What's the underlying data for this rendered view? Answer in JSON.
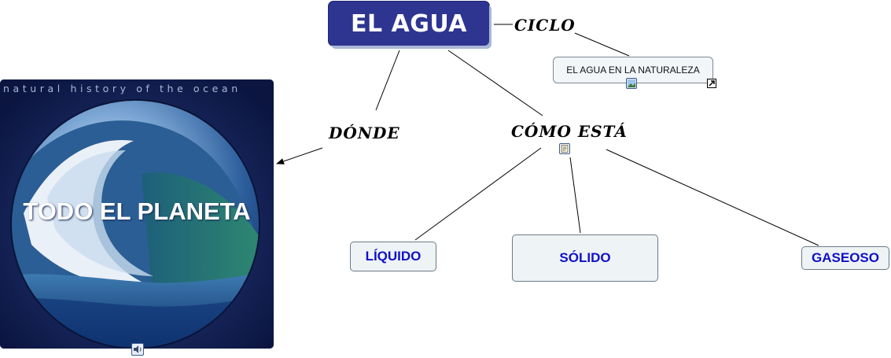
{
  "main_concept": "EL AGUA",
  "links": {
    "ciclo": "CICLO",
    "donde": "DÓNDE",
    "como_esta": "CÓMO ESTÁ"
  },
  "resource_node": {
    "label": "EL AGUA EN LA NATURALEZA"
  },
  "image_panel": {
    "caption": "natural history of the ocean",
    "title": "TODO EL PLANETA"
  },
  "states": {
    "liquido": "LÍQUIDO",
    "solido": "SÓLIDO",
    "gaseoso": "GASEOSO"
  },
  "icons": [
    "image-resource-icon",
    "link-arrow-icon",
    "document-resource-icon",
    "speaker-icon"
  ],
  "colors": {
    "main_node_bg": "#2e3591",
    "concept_text": "#1010c8",
    "concept_bg": "#eef3f6"
  }
}
